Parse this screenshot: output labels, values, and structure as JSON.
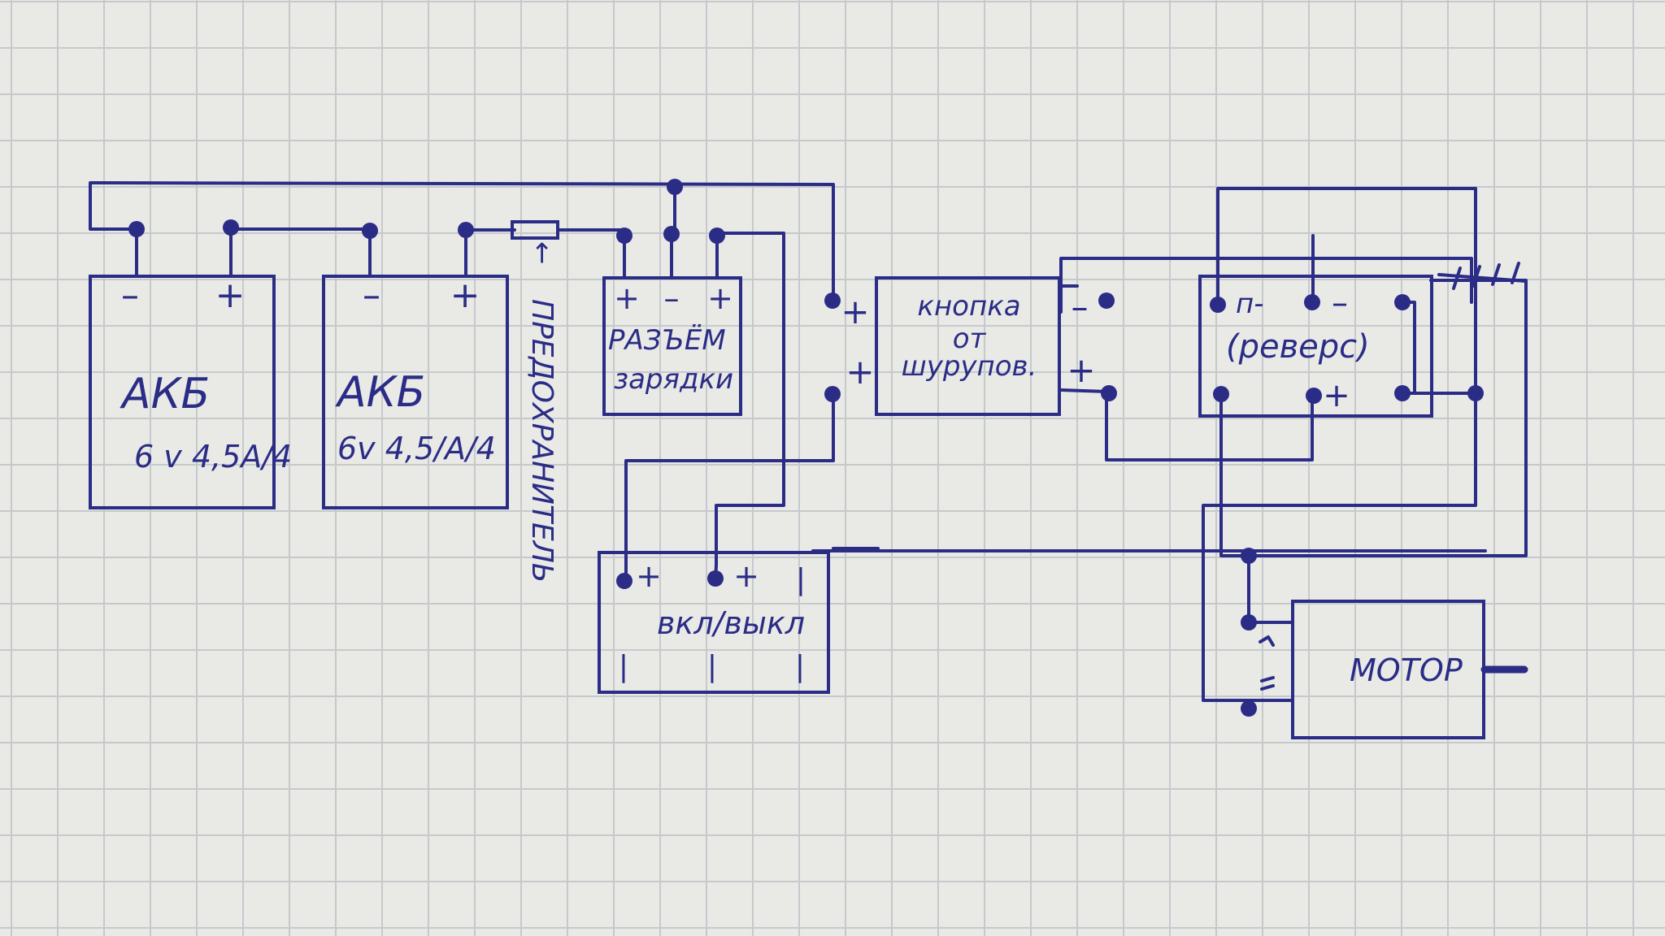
{
  "colors": {
    "paper": "#e9eae6",
    "grid": "#c6c9cc",
    "ink": "#2a2c86"
  },
  "battery1": {
    "minus": "–",
    "plus": "+",
    "title": "АКБ",
    "spec": "6 v 4,5A/4"
  },
  "battery2": {
    "minus": "–",
    "plus": "+",
    "title": "АКБ",
    "spec": "6v 4,5/A/4"
  },
  "fuse": {
    "label": "ПРЕДОХРАНИТЕЛЬ",
    "arrow": "←"
  },
  "charge_port": {
    "pins": [
      "+",
      "–",
      "+"
    ],
    "line1": "РАЗЪЁМ",
    "line2": "зарядки"
  },
  "screwdriver_button": {
    "plus_in_top": "+",
    "plus_in_bottom": "+",
    "minus_out": "–",
    "plus_out": "+",
    "line1": "кнопка",
    "line2": "от",
    "line3": "шурупов."
  },
  "onoff_switch": {
    "pin1": "+",
    "pin2": "+",
    "pin3": "|",
    "bottom": [
      "|",
      "|",
      "|"
    ],
    "label": "вкл/выкл"
  },
  "reverse_switch": {
    "p_label": "п-",
    "minus": "–",
    "plus": "+",
    "label": "(реверс)"
  },
  "motor": {
    "label": "МОТОР"
  }
}
